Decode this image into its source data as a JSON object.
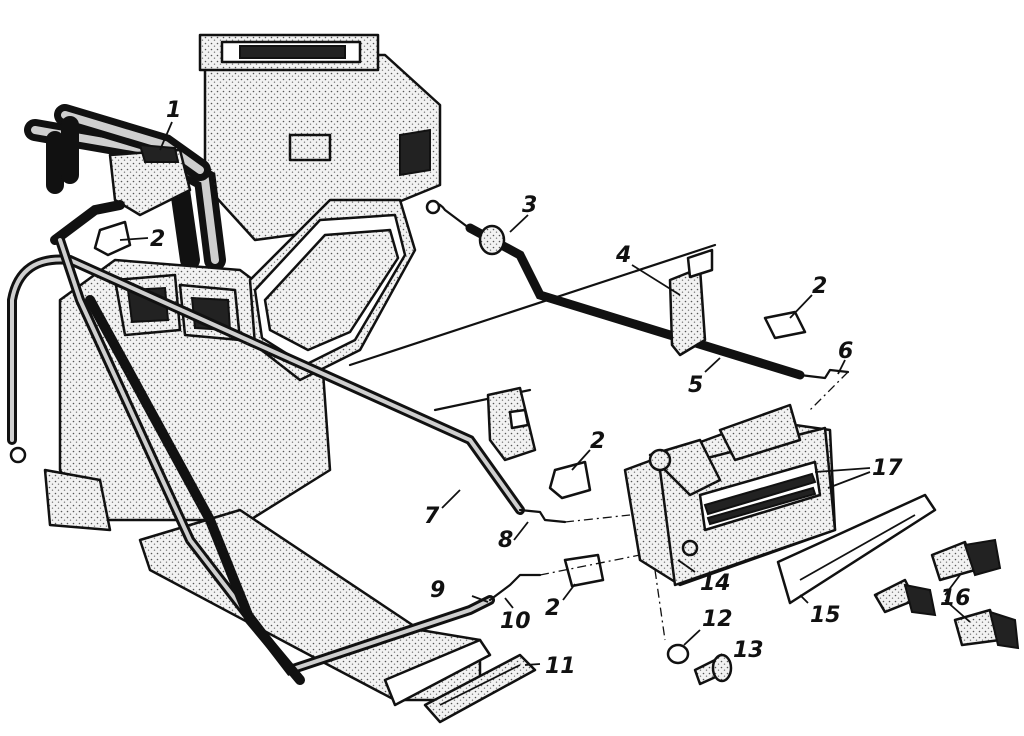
{
  "callouts": [
    {
      "id": "c1",
      "label": "1"
    },
    {
      "id": "c2a",
      "label": "2"
    },
    {
      "id": "c3",
      "label": "3"
    },
    {
      "id": "c4",
      "label": "4"
    },
    {
      "id": "c2b",
      "label": "2"
    },
    {
      "id": "c6",
      "label": "6"
    },
    {
      "id": "c5",
      "label": "5"
    },
    {
      "id": "c17",
      "label": "17"
    },
    {
      "id": "c2c",
      "label": "2"
    },
    {
      "id": "c7",
      "label": "7"
    },
    {
      "id": "c8",
      "label": "8"
    },
    {
      "id": "c14",
      "label": "14"
    },
    {
      "id": "c9",
      "label": "9"
    },
    {
      "id": "c10",
      "label": "10"
    },
    {
      "id": "c2d",
      "label": "2"
    },
    {
      "id": "c12",
      "label": "12"
    },
    {
      "id": "c13",
      "label": "13"
    },
    {
      "id": "c15",
      "label": "15"
    },
    {
      "id": "c16",
      "label": "16"
    },
    {
      "id": "c11",
      "label": "11"
    }
  ]
}
